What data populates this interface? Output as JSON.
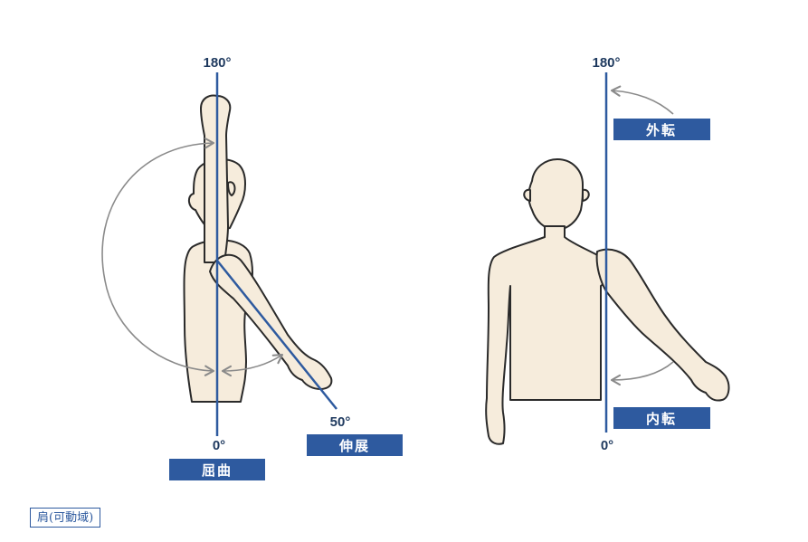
{
  "left_figure": {
    "angle_top": "180°",
    "angle_bottom": "0°",
    "angle_extension": "50°",
    "label_flexion": "屈曲",
    "label_extension": "伸展"
  },
  "right_figure": {
    "angle_top": "180°",
    "angle_bottom": "0°",
    "label_abduction": "外転",
    "label_adduction": "内転"
  },
  "caption": "肩(可動域)",
  "colors": {
    "axis_blue": "#2e5a9f",
    "skin": "#f6ecdc",
    "arc_gray": "#8a8a8a",
    "outline": "#2a2a2a"
  }
}
